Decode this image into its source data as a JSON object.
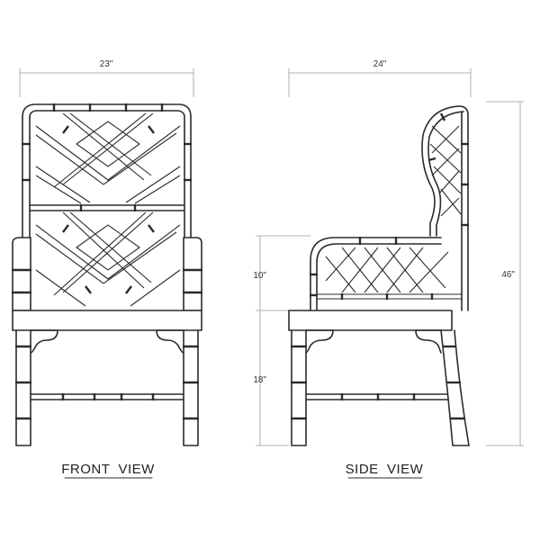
{
  "dimensions": {
    "front_width": "23\"",
    "side_width": "24\"",
    "overall_height": "46\"",
    "arm_height_above_seat": "10\"",
    "seat_height": "18\""
  },
  "views": {
    "front": "FRONT  VIEW",
    "side": "SIDE  VIEW"
  },
  "colors": {
    "line": "#2b2b2b",
    "dimension_line": "#999999",
    "background": "#ffffff"
  }
}
